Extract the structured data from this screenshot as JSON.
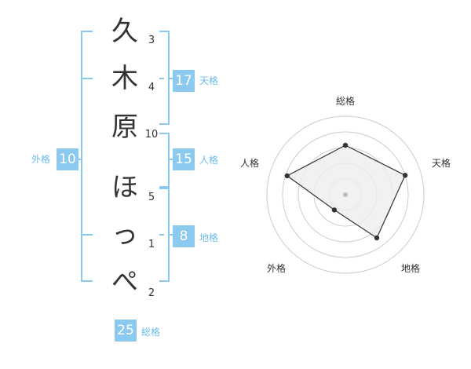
{
  "name": {
    "chars": [
      "久",
      "木",
      "原",
      "ほ",
      "っ",
      "ぺ"
    ],
    "strokes": [
      "3",
      "4",
      "10",
      "5",
      "1",
      "2"
    ]
  },
  "fortune": {
    "tenkaku": {
      "value": "17",
      "label": "天格"
    },
    "jinkaku": {
      "value": "15",
      "label": "人格"
    },
    "chikaku": {
      "value": "8",
      "label": "地格"
    },
    "gaikaku": {
      "value": "10",
      "label": "外格"
    },
    "soukaku": {
      "value": "25",
      "label": "総格"
    }
  },
  "colors": {
    "accent": "#8cc9ef",
    "accent_text": "#6dbbe8",
    "text": "#333333",
    "radar_fill": "#eeeeee",
    "radar_line": "#333333",
    "grid": "#cccccc"
  },
  "chart_data": {
    "type": "radar",
    "axes": [
      "総格",
      "天格",
      "地格",
      "外格",
      "人格"
    ],
    "values": [
      0.63,
      0.8,
      0.68,
      0.24,
      0.78
    ],
    "rings": 5
  }
}
